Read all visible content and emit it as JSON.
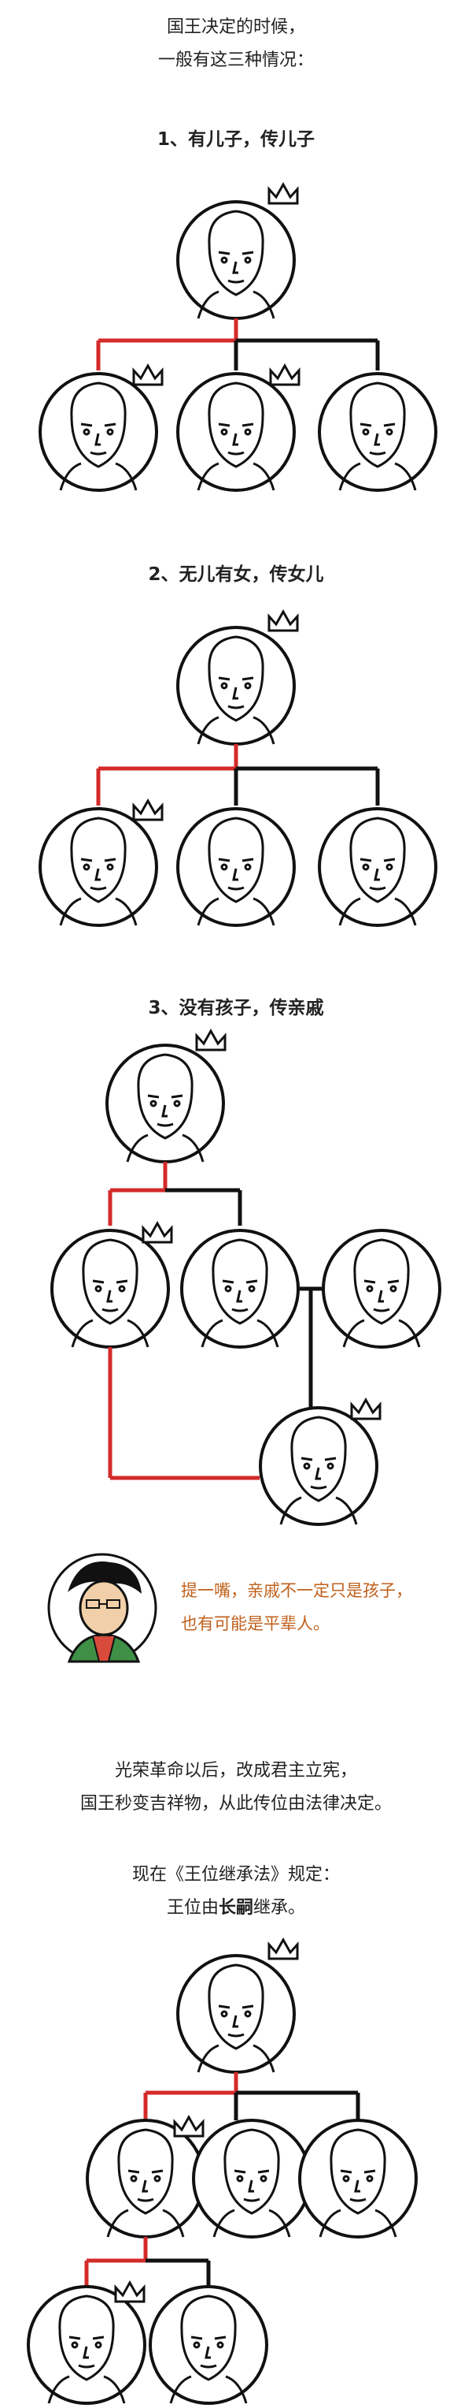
{
  "intro": {
    "line1": "国王决定的时候，",
    "line2": "一般有这三种情况："
  },
  "cases": [
    {
      "heading": "1、有儿子，传儿子"
    },
    {
      "heading": "2、无儿有女，传女儿"
    },
    {
      "heading": "3、没有孩子，传亲戚"
    }
  ],
  "aside": {
    "line1": "提一嘴，亲戚不一定只是孩子，",
    "line2": "也有可能是平辈人。"
  },
  "revolution": {
    "line1": "光荣革命以后，改成君主立宪，",
    "line2": "国王秒变吉祥物，从此传位由法律决定。"
  },
  "law": {
    "line1": "现在《王位继承法》规定：",
    "line2_prefix": "王位由",
    "line2_bold": "长嗣",
    "line2_suffix": "继承。"
  },
  "colors": {
    "succession_line": "#d42a2a",
    "family_line": "#111111",
    "aside_text": "#c0601c"
  }
}
